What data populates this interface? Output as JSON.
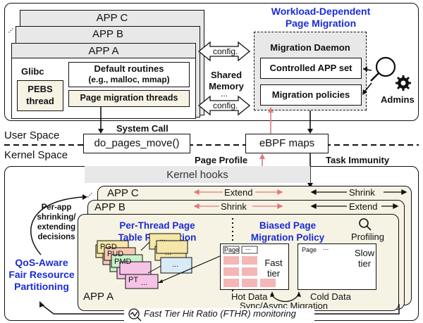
{
  "user_space": {
    "apps": [
      "APP C",
      "APP B",
      "APP A"
    ],
    "glibc_label": "Glibc",
    "pebs_thread": "PEBS thread",
    "default_routines_title": "Default routines",
    "default_routines_sub": "(e.g., malloc, mmap)",
    "page_migration_threads": "Page migration threads",
    "config_top": "config.",
    "config_bottom": "config.",
    "shared_memory": "Shared Memory",
    "ellipsis": "...",
    "workload_title_line1": "Workload-Dependent",
    "workload_title_line2": "Page Migration",
    "migration_daemon": "Migration Daemon",
    "controlled_app_set": "Controlled APP set",
    "migration_policies": "Migration policies",
    "admins": "Admins"
  },
  "boundary": {
    "user_space": "User Space",
    "kernel_space": "Kernel Space",
    "system_call": "System Call",
    "do_pages_move": "do_pages_move()",
    "ebpf_maps": "eBPF maps",
    "page_profile": "Page Profile",
    "task_immunity": "Task Immunity"
  },
  "kernel_space": {
    "kernel_hooks": "Kernel hooks",
    "apps": [
      "APP C",
      "APP B",
      "APP A"
    ],
    "appc_left": "Extend",
    "appc_right": "Shrink",
    "appb_left": "Shrink",
    "appb_right": "Extend",
    "per_app_decisions": [
      "Per-app",
      "shrinking/",
      "extending",
      "decisions"
    ],
    "qos_title": [
      "QoS-Aware",
      "Fair Resource",
      "Partitioning"
    ],
    "per_thread_title": [
      "Per-Thread Page",
      "Table Replication"
    ],
    "page_tables": [
      "PGD",
      "PUD",
      "PMD",
      "PT"
    ],
    "biased_title": [
      "Biased Page",
      "Migration Policy"
    ],
    "profiling": "Profiling",
    "page_label": "Page",
    "fast_tier": [
      "Fast",
      "tier"
    ],
    "slow_tier": [
      "Slow",
      "tier"
    ],
    "hot_data": "Hot Data",
    "cold_data": "Cold Data",
    "sync_async": "Sync/Async Migration",
    "fthr": "Fast Tier Hit Ratio (FTHR) monitoring"
  },
  "colors": {
    "accent_blue": "#1a2bd6",
    "arrow_red": "#e07a7a",
    "fast_cell": "#f4b6b6",
    "beige": "#f6f3e4",
    "gray": "#e8e8e8"
  }
}
